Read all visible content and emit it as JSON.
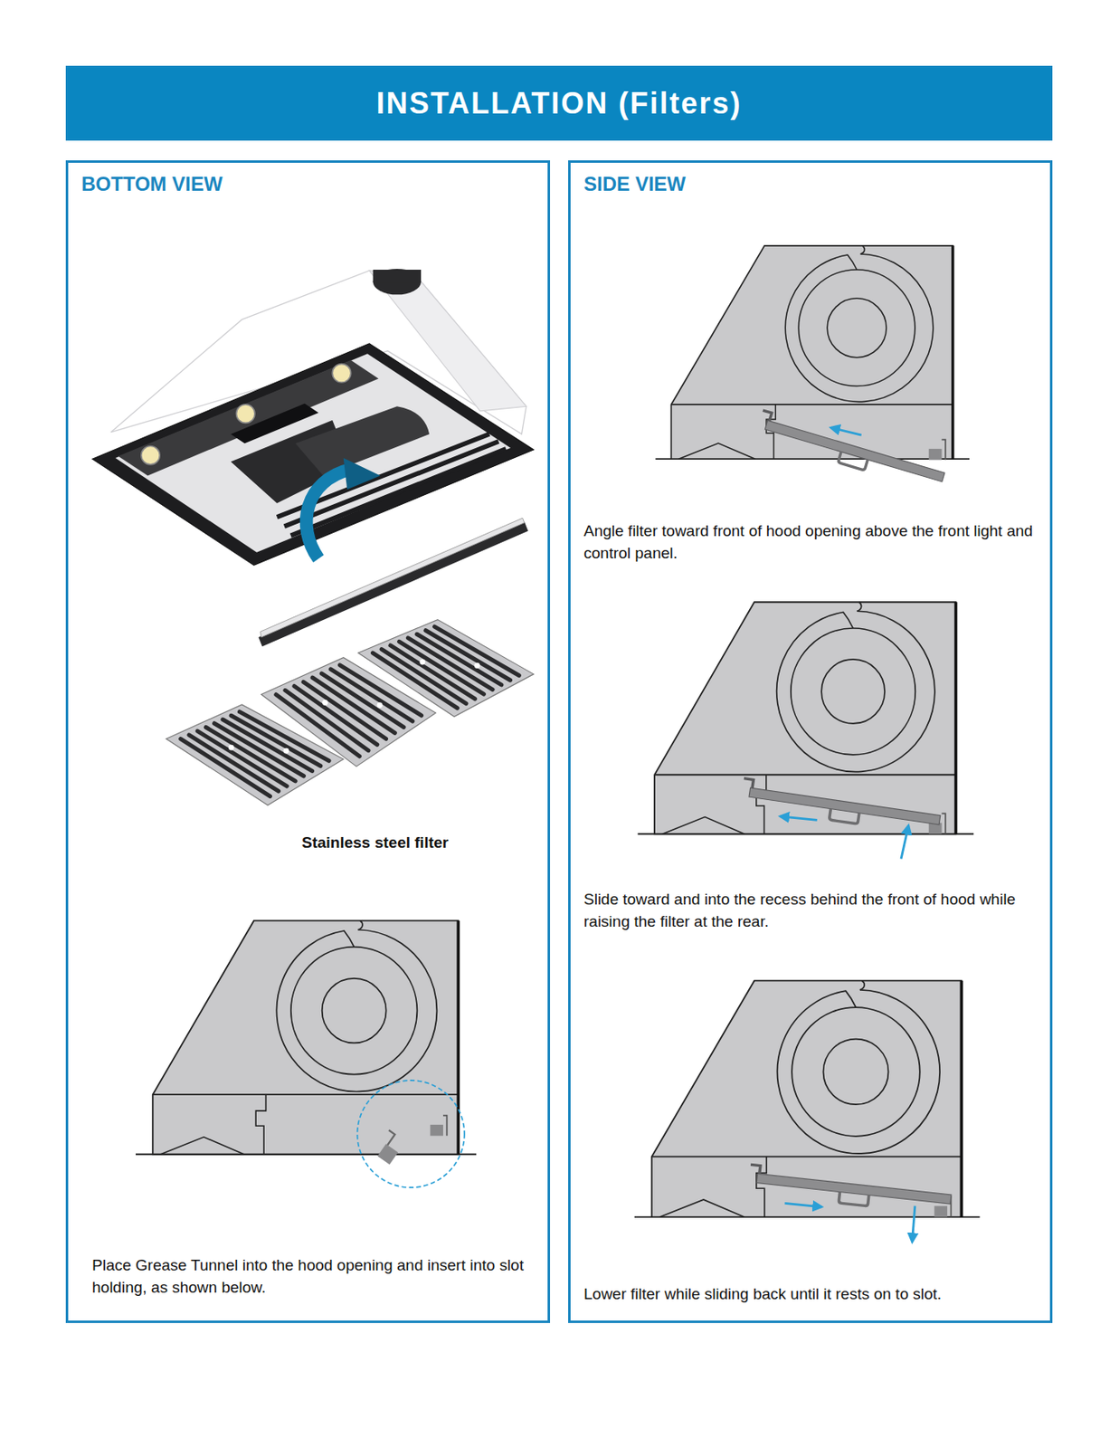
{
  "diagram": {
    "title": "INSTALLATION (Filters)",
    "nodes": [
      {
        "text": [
          "BOTTOM VIEW",
          "Stainless steel filter",
          "Place Grease Tunnel into the hood opening and insert into slot holding, as shown below."
        ]
      },
      {
        "text": [
          "SIDE VIEW",
          "Angle filter toward front of hood opening above the front light and control panel.",
          "Slide toward and into the recess behind the front of hood while raising the filter at the rear.",
          "Lower filter while sliding back until it rests on to slot."
        ]
      }
    ]
  }
}
